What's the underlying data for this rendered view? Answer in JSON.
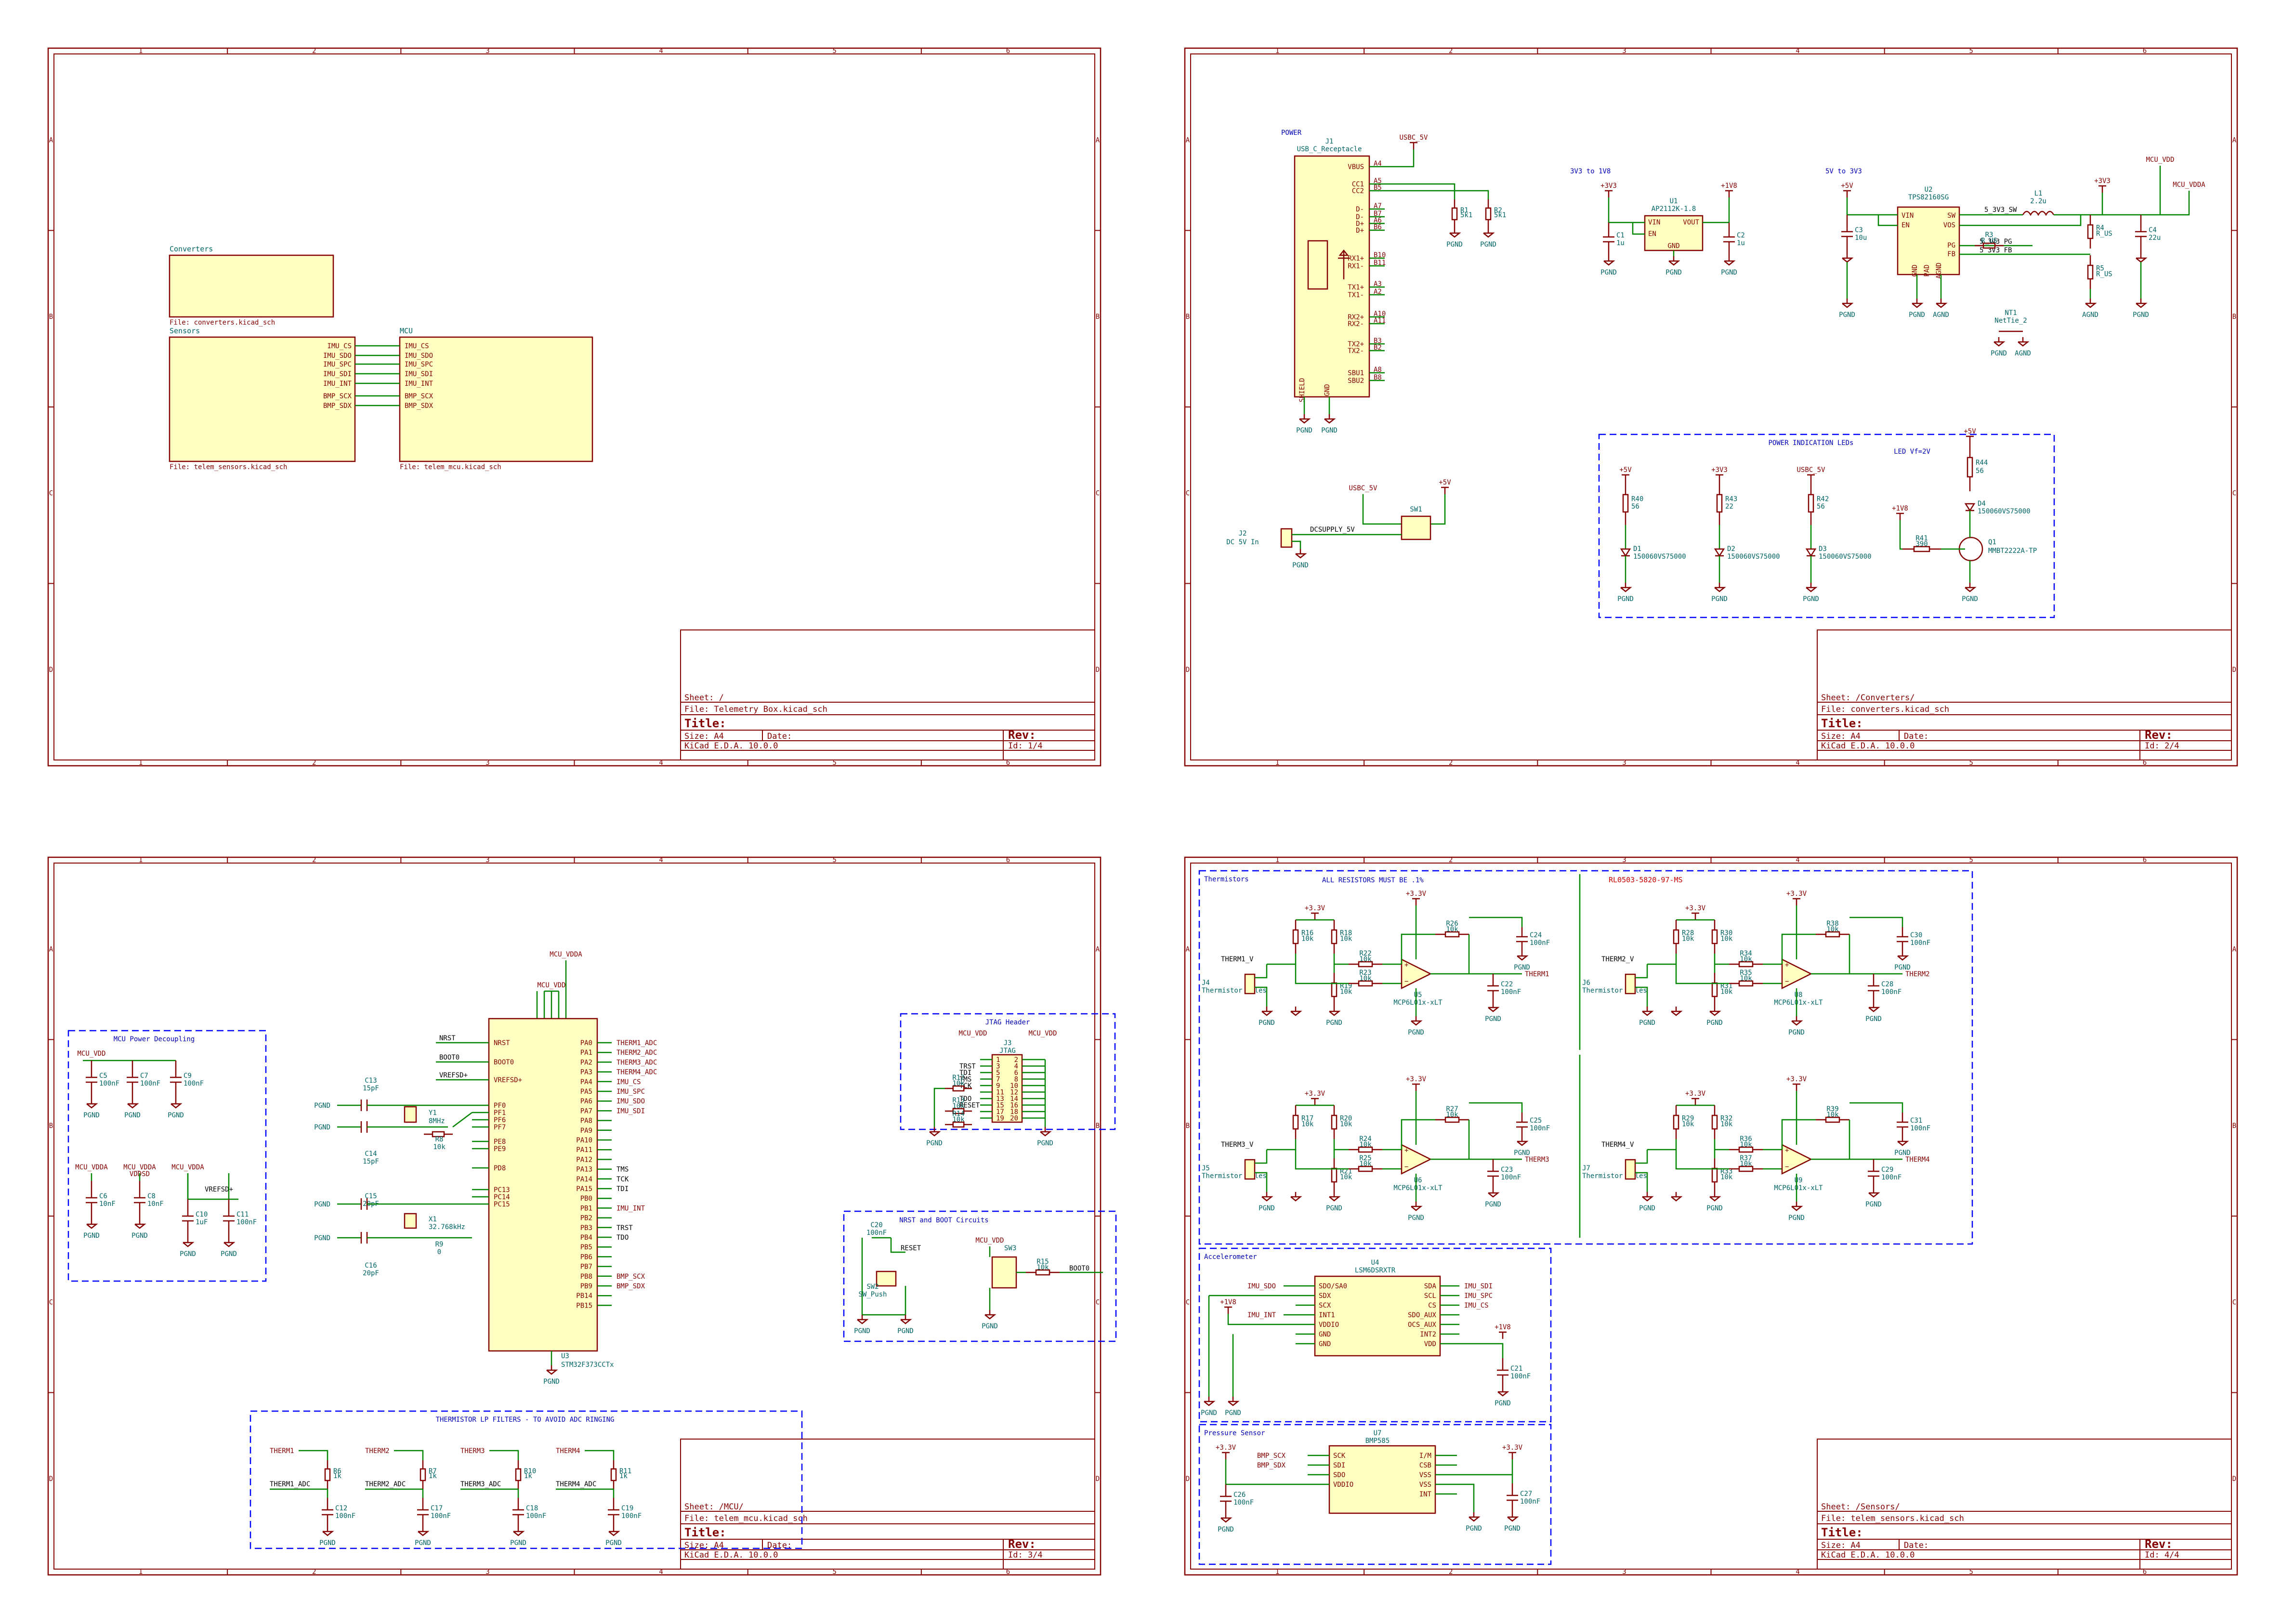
{
  "app": "KiCad E.D.A. 10.0.0",
  "zones": {
    "cols": [
      "1",
      "2",
      "3",
      "4",
      "5",
      "6"
    ],
    "rows": [
      "A",
      "B",
      "C",
      "D"
    ]
  },
  "sheets": [
    {
      "title_block": {
        "sheet": "Sheet: /",
        "file": "File: Telemetry Box.kicad_sch",
        "title": "Title:",
        "size": "Size: A4",
        "date": "Date:",
        "rev": "Rev:",
        "kicad": "KiCad E.D.A. 10.0.0",
        "id": "Id: 1/4"
      },
      "hier": [
        {
          "name": "Converters",
          "file": "File: converters.kicad_sch",
          "pins": []
        },
        {
          "name": "Sensors",
          "file": "File: telem_sensors.kicad_sch",
          "pins": [
            "IMU_CS",
            "IMU_SDO",
            "IMU_SPC",
            "IMU_SDI",
            "IMU_INT",
            "BMP_SCX",
            "BMP_SDX"
          ]
        },
        {
          "name": "MCU",
          "file": "File: telem_mcu.kicad_sch",
          "pins": [
            "IMU_CS",
            "IMU_SDO",
            "IMU_SPC",
            "IMU_SDI",
            "IMU_INT",
            "BMP_SCX",
            "BMP_SDX"
          ]
        }
      ]
    },
    {
      "title_block": {
        "sheet": "Sheet: /Converters/",
        "file": "File: converters.kicad_sch",
        "title": "Title:",
        "size": "Size: A4",
        "date": "Date:",
        "rev": "Rev:",
        "kicad": "KiCad E.D.A. 10.0.0",
        "id": "Id: 2/4"
      },
      "labels": {
        "power": "POWER",
        "j1_ref": "J1",
        "j1_val": "USB_C_Receptacle",
        "usbc5v": "USBC_5V",
        "j1_pins": [
          "VBUS",
          "CC1",
          "CC2",
          "D-",
          "D-",
          "D+",
          "D+",
          "RX1+",
          "RX1-",
          "TX1+",
          "TX1-",
          "RX2+",
          "RX2-",
          "TX2+",
          "TX2-",
          "SBU1",
          "SBU2"
        ],
        "j1_nums": [
          "A4",
          "A5",
          "B5",
          "A7",
          "B7",
          "A6",
          "B6",
          "B10",
          "B11",
          "A3",
          "A2",
          "A10",
          "A11",
          "B3",
          "B2",
          "A8",
          "B8"
        ],
        "shield": "SHIELD",
        "gnd": "GND",
        "r1": [
          "R1",
          "5k1"
        ],
        "r2": [
          "R2",
          "5k1"
        ],
        "pgnd": "PGND",
        "agnd": "AGND",
        "c33to1v8": "3V3 to 1V8",
        "c5to3v3": "5V to 3V3",
        "p3v3": "+3V3",
        "p1v8": "+1V8",
        "p5v": "+5V",
        "u1": [
          "U1",
          "AP2112K-1.8"
        ],
        "u1_pins": [
          "VIN",
          "VOUT",
          "EN",
          "GND"
        ],
        "c1": [
          "C1",
          "1u"
        ],
        "c2": [
          "C2",
          "1u"
        ],
        "u2": [
          "U2",
          "TPS82160SG"
        ],
        "u2_pins": [
          "VIN",
          "EN",
          "SW",
          "VOS",
          "PG",
          "FB",
          "GND",
          "PAD",
          "AGND"
        ],
        "l1": [
          "L1",
          "2.2u"
        ],
        "c3": [
          "C3",
          "10u"
        ],
        "c4": [
          "C4",
          "22u"
        ],
        "r3": [
          "R3",
          "R_US"
        ],
        "r4": [
          "R4",
          "R_US"
        ],
        "r5": [
          "R5",
          "R_US"
        ],
        "nets_u2": [
          "5_3V3_SW",
          "5_3V3_PG",
          "5_3V3_FB"
        ],
        "mcu_vdd": "MCU_VDD",
        "mcu_vdda": "MCU_VDDA",
        "nt1": [
          "NT1",
          "NetTie_2"
        ],
        "j2": [
          "J2",
          "DC 5V In"
        ],
        "sw1": "SW1",
        "dcsupply": "DCSUPPLY_5V",
        "leds_title": "POWER INDICATION LEDs",
        "led_note": "LED Vf=2V",
        "r40": [
          "R40",
          "56"
        ],
        "r43": [
          "R43",
          "22"
        ],
        "r42": [
          "R42",
          "56"
        ],
        "r44": [
          "R44",
          "56"
        ],
        "r41": [
          "R41",
          "390"
        ],
        "d1": [
          "D1",
          "150060VS75000"
        ],
        "d2": [
          "D2",
          "150060VS75000"
        ],
        "d3": [
          "D3",
          "150060VS75000"
        ],
        "d4": [
          "D4",
          "150060VS75000"
        ],
        "q1": [
          "Q1",
          "MMBT2222A-TP"
        ]
      }
    },
    {
      "title_block": {
        "sheet": "Sheet: /MCU/",
        "file": "File: telem_mcu.kicad_sch",
        "title": "Title:",
        "size": "Size: A4",
        "date": "Date:",
        "rev": "Rev:",
        "kicad": "KiCad E.D.A. 10.0.0",
        "id": "Id: 3/4"
      },
      "labels": {
        "decoup_title": "MCU Power Decoupling",
        "mcu_vdd": "MCU_VDD",
        "mcu_vdda": "MCU_VDDA",
        "vddsd": "VDDSD",
        "vrefsd": "VREFSD+",
        "caps": [
          [
            "C5",
            "100nF"
          ],
          [
            "C7",
            "100nF"
          ],
          [
            "C9",
            "100nF"
          ],
          [
            "C6",
            "10nF"
          ],
          [
            "C8",
            "10nF"
          ],
          [
            "C10",
            "1uF"
          ],
          [
            "C11",
            "100nF"
          ]
        ],
        "u3": [
          "U3",
          "STM32F373CCTx"
        ],
        "u3_left": [
          "NRST",
          "BOOT0",
          "VREFSD+",
          "PF0",
          "PF1",
          "PF6",
          "PF7",
          "PE8",
          "PE9",
          "PD8",
          "PC13",
          "PC14",
          "PC15"
        ],
        "u3_right": [
          "PA0",
          "PA1",
          "PA2",
          "PA3",
          "PA4",
          "PA5",
          "PA6",
          "PA7",
          "PA8",
          "PA9",
          "PA10",
          "PA11",
          "PA12",
          "PA13",
          "PA14",
          "PA15",
          "PB0",
          "PB1",
          "PB2",
          "PB3",
          "PB4",
          "PB5",
          "PB6",
          "PB7",
          "PB8",
          "PB9",
          "PB14",
          "PB15"
        ],
        "u3_nets_right": [
          "THERM1_ADC",
          "THERM2_ADC",
          "THERM3_ADC",
          "THERM4_ADC",
          "IMU_CS",
          "IMU_SPC",
          "IMU_SDO",
          "IMU_SDI",
          "TMS",
          "TCK",
          "TDI",
          "IMU_INT",
          "TRST",
          "TDO",
          "BMP_SCX",
          "BMP_SDX"
        ],
        "nets_left": [
          "NRST",
          "BOOT0",
          "VREFSD+"
        ],
        "pgnd": "PGND",
        "c13": [
          "C13",
          "15pF"
        ],
        "c14": [
          "C14",
          "15pF"
        ],
        "c15": [
          "C15",
          "20pF"
        ],
        "c16": [
          "C16",
          "20pF"
        ],
        "y1": [
          "Y1",
          "8MHz"
        ],
        "x1": [
          "X1",
          "32.768kHz"
        ],
        "r8": [
          "R8",
          "10k"
        ],
        "r9": [
          "R9",
          "0"
        ],
        "jtag_title": "JTAG Header",
        "j3": [
          "J3",
          "JTAG"
        ],
        "jtag_nets": [
          "TRST",
          "TDI",
          "TMS",
          "TCK",
          "TDO",
          "RESET"
        ],
        "r12": [
          "R12",
          "10k"
        ],
        "r13": [
          "R13",
          "10k"
        ],
        "r14": [
          "R14",
          "10k"
        ],
        "nrst_title": "NRST and BOOT Circuits",
        "c20": [
          "C20",
          "100nF"
        ],
        "sw2": [
          "SW2",
          "SW_Push"
        ],
        "sw3": "SW3",
        "r15": [
          "R15",
          "10k"
        ],
        "reset": "RESET",
        "boot0": "BOOT0",
        "lp_title": "THERMISTOR LP FILTERS - TO AVOID ADC RINGING",
        "therm_in": [
          "THERM1",
          "THERM2",
          "THERM3",
          "THERM4"
        ],
        "therm_adc": [
          "THERM1_ADC",
          "THERM2_ADC",
          "THERM3_ADC",
          "THERM4_ADC"
        ],
        "lp_r": [
          [
            "R6",
            "1k"
          ],
          [
            "R7",
            "1k"
          ],
          [
            "R10",
            "1k"
          ],
          [
            "R11",
            "1k"
          ]
        ],
        "lp_c": [
          [
            "C12",
            "100nF"
          ],
          [
            "C17",
            "100nF"
          ],
          [
            "C18",
            "100nF"
          ],
          [
            "C19",
            "100nF"
          ]
        ]
      }
    },
    {
      "title_block": {
        "sheet": "Sheet: /Sensors/",
        "file": "File: telem_sensors.kicad_sch",
        "title": "Title:",
        "size": "Size: A4",
        "date": "Date:",
        "rev": "Rev:",
        "kicad": "KiCad E.D.A. 10.0.0",
        "id": "Id: 4/4"
      },
      "labels": {
        "therm_title": "Thermistors",
        "therm_note": "ALL RESISTORS MUST BE .1%",
        "part_note": "RL0503-5820-97-MS",
        "p33": "+3.3V",
        "p1v8": "+1V8",
        "pgnd": "PGND",
        "thermistor_moles": "Thermistor Moles",
        "channels": [
          {
            "j": "J4",
            "v": "THERM1_V",
            "out": "THERM1",
            "u": "U5",
            "ra": [
              "R16",
              "10k"
            ],
            "rb": [
              "R18",
              "10k"
            ],
            "rc": [
              "R19",
              "10k"
            ],
            "rd": [
              "R22",
              "10k"
            ],
            "re": [
              "R23",
              "10k"
            ],
            "rf": [
              "R26",
              "10k"
            ],
            "ca": [
              "C24",
              "100nF"
            ],
            "cb": [
              "C22",
              "100nF"
            ]
          },
          {
            "j": "J6",
            "v": "THERM2_V",
            "out": "THERM2",
            "u": "U8",
            "ra": [
              "R28",
              "10k"
            ],
            "rb": [
              "R30",
              "10k"
            ],
            "rc": [
              "R31",
              "10k"
            ],
            "rd": [
              "R34",
              "10k"
            ],
            "re": [
              "R35",
              "10k"
            ],
            "rf": [
              "R38",
              "10k"
            ],
            "ca": [
              "C30",
              "100nF"
            ],
            "cb": [
              "C28",
              "100nF"
            ]
          },
          {
            "j": "J5",
            "v": "THERM3_V",
            "out": "THERM3",
            "u": "U6",
            "ra": [
              "R17",
              "10k"
            ],
            "rb": [
              "R20",
              "10k"
            ],
            "rc": [
              "R21",
              "10k"
            ],
            "rd": [
              "R24",
              "10k"
            ],
            "re": [
              "R25",
              "10k"
            ],
            "rf": [
              "R27",
              "10k"
            ],
            "ca": [
              "C25",
              "100nF"
            ],
            "cb": [
              "C23",
              "100nF"
            ]
          },
          {
            "j": "J7",
            "v": "THERM4_V",
            "out": "THERM4",
            "u": "U9",
            "ra": [
              "R29",
              "10k"
            ],
            "rb": [
              "R32",
              "10k"
            ],
            "rc": [
              "R33",
              "10k"
            ],
            "rd": [
              "R36",
              "10k"
            ],
            "re": [
              "R37",
              "10k"
            ],
            "rf": [
              "R39",
              "10k"
            ],
            "ca": [
              "C31",
              "100nF"
            ],
            "cb": [
              "C29",
              "100nF"
            ]
          }
        ],
        "opamp": "MCP6L01x-xLT",
        "acc_title": "Accelerometer",
        "u4": [
          "U4",
          "LSM6DSRXTR"
        ],
        "u4_left": [
          "SDO/SA0",
          "SDX",
          "SCX",
          "INT1",
          "VDDIO",
          "GND",
          "GND"
        ],
        "u4_right": [
          "SDA",
          "SCL",
          "CS",
          "SDO_AUX",
          "OCS_AUX",
          "INT2",
          "VDD"
        ],
        "u4_nets": [
          "IMU_SDO",
          "IMU_INT",
          "IMU_SDI",
          "IMU_SPC",
          "IMU_CS"
        ],
        "c21": [
          "C21",
          "100nF"
        ],
        "press_title": "Pressure Sensor",
        "u7": [
          "U7",
          "BMP585"
        ],
        "u7_left": [
          "SCK",
          "SDI",
          "SDO",
          "VDDIO"
        ],
        "u7_right": [
          "I/M",
          "CSB",
          "VSS",
          "VSS",
          "INT"
        ],
        "u7_nets": [
          "BMP_SCX",
          "BMP_SDX"
        ],
        "c26": [
          "C26",
          "100nF"
        ],
        "c27": [
          "C27",
          "100nF"
        ]
      }
    }
  ]
}
